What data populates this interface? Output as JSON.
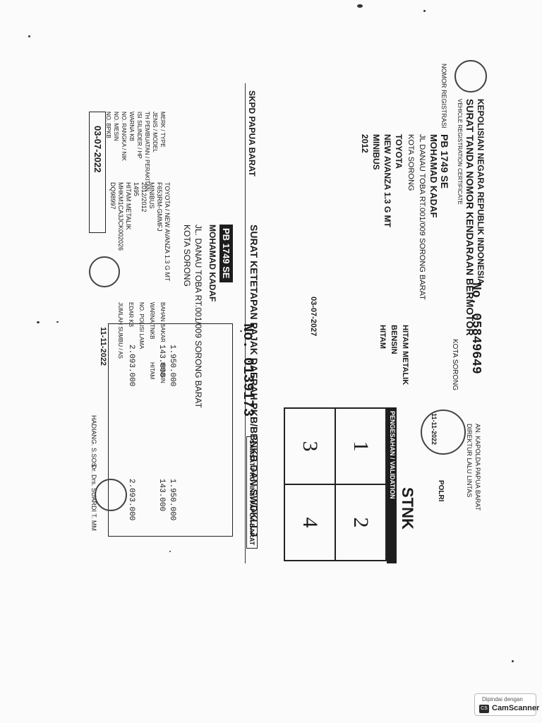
{
  "left_doc": {
    "header": "SKPD PAPUA BARAT",
    "title": "SURAT KETETAPAN PAJAK DAERAH PKB/BBNKB DAN SWDKLLJ",
    "nrkb": "PB 1749 SE",
    "owner": "MOHAMAD KADAF",
    "address": "JL. DANAU TOBA RT.001/009 SORONG BARAT",
    "city": "KOTA SORONG",
    "labels": [
      "MERK / TYPE",
      "JENIS / MODEL",
      "TH PEMBUATAN / PERAKITAN",
      "ISI SILINDER / HP",
      "WARNA KB",
      "NO. RANGKA / NIK",
      "NO. MESIN",
      "NO. BPKB"
    ],
    "values": [
      "TOYOTA / NEW AVANZA 1.3 G MT",
      "F653RM-GMMFJ",
      "MINIBUS",
      "2012/2012",
      "1495",
      "HITAM METALIK",
      "MHKM1CA3JCK002026",
      "DQ98997"
    ],
    "right_labels": [
      "BAHAN BAKAR",
      "WARNA TNKB",
      "NO. POLISI LAMA",
      "EDAR KB",
      "JUMLAH SUMBU / AS"
    ],
    "right_values": [
      "BENSIN",
      "HITAM"
    ],
    "date_left": "03-07-2022",
    "doc_no": "No. 0139173",
    "amounts": [
      "1.950.000",
      "143.000",
      "2.093.000"
    ],
    "totals": [
      "1.950.000",
      "143.000",
      "2.093.000"
    ],
    "date_right": "11-11-2022",
    "samsat": "SAMSAT PROVINSI PAPUA BARAT",
    "officer": "Dr. Drs. SUARDI T. MM",
    "clerk": "HADIANG. S.SOS"
  },
  "right_doc": {
    "header": "KEPOLISIAN NEGARA REPUBLIK INDONESIA",
    "title": "SURAT TANDA NOMOR KENDARAAN BERMOTOR",
    "subtitle": "VEHICLE REGISTRATION CERTIFICATE",
    "serial": "No. 05849649",
    "nrkb_label": "NOMOR REGISTRASI",
    "nrkb": "PB 1749 SE",
    "owner": "MOHAMAD KADAF",
    "address": "JL DANAU TOBA RT.001/009 SORONG BARAT",
    "city": "KOTA SORONG",
    "merk": "TOYOTA",
    "type": "NEW AVANZA 1.3 G MT",
    "model": "MINIBUS",
    "year": "2012",
    "color": "HITAM METALIK",
    "fuel": "BENSIN",
    "tnkb": "HITAM",
    "valid_until": "03-07-2027",
    "region": "KOTA SORONG",
    "stnk": "STNK",
    "polri": "POLRI",
    "validation": "PENGESAHAN / VALIDATION",
    "cells": [
      "1",
      "2",
      "3",
      "4"
    ],
    "chief": "AN. KAPOLDA PAPUA BARAT",
    "unit": "DIREKTUR LALU LINTAS",
    "stamp_date": "11-11-2022"
  },
  "badge": {
    "caption": "Dipindai dengan",
    "name": "CamScanner"
  }
}
